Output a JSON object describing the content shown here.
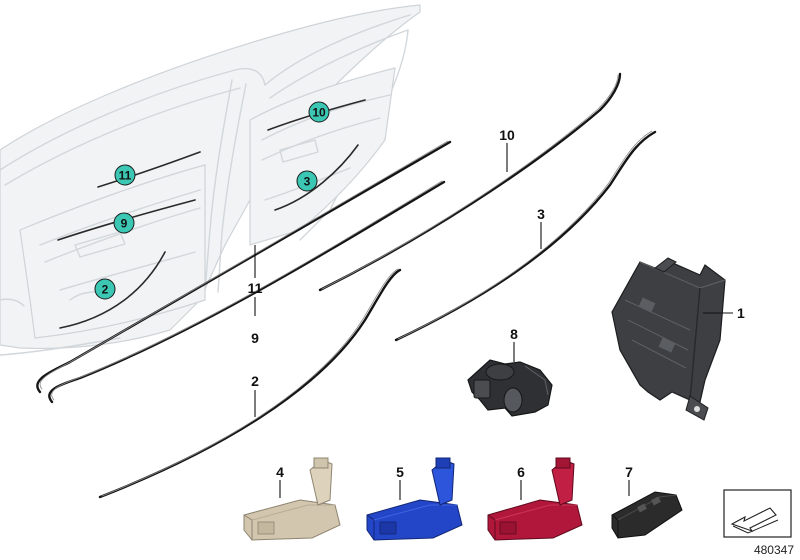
{
  "diagram": {
    "reference_number": "480347",
    "door_badges": [
      {
        "id": "badge-11",
        "label": "11"
      },
      {
        "id": "badge-9",
        "label": "9"
      },
      {
        "id": "badge-2",
        "label": "2"
      },
      {
        "id": "badge-10",
        "label": "10"
      },
      {
        "id": "badge-3",
        "label": "3"
      }
    ],
    "callouts": [
      {
        "id": "callout-1",
        "label": "1"
      },
      {
        "id": "callout-2",
        "label": "2"
      },
      {
        "id": "callout-3",
        "label": "3"
      },
      {
        "id": "callout-4",
        "label": "4"
      },
      {
        "id": "callout-5",
        "label": "5"
      },
      {
        "id": "callout-6",
        "label": "6"
      },
      {
        "id": "callout-7",
        "label": "7"
      },
      {
        "id": "callout-8",
        "label": "8"
      },
      {
        "id": "callout-9",
        "label": "9"
      },
      {
        "id": "callout-10",
        "label": "10"
      },
      {
        "id": "callout-11",
        "label": "11"
      }
    ],
    "colors": {
      "badge": "#3cc7b4",
      "connector_beige": "#d2c6ae",
      "connector_blue": "#2346c8",
      "connector_red": "#b0173a",
      "connector_black": "#2b2b2b",
      "module_dark": "#3d3f42"
    }
  }
}
